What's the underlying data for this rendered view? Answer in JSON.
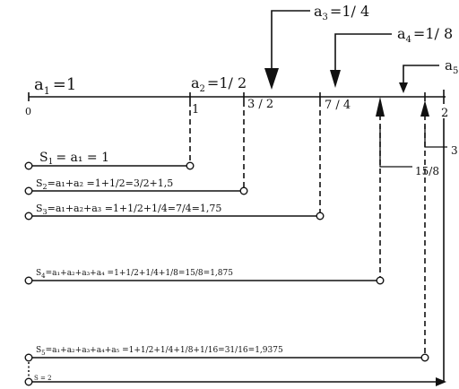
{
  "axis": {
    "zero": "0",
    "one": "1",
    "three_halves": "3 / 2",
    "seven_fourths": "7 / 4",
    "fifteen_eighths": "15/8",
    "two": "2",
    "three": "3"
  },
  "terms": {
    "a1": {
      "sym": "a",
      "sub": "1",
      "val": "=1"
    },
    "a2": {
      "sym": "a",
      "sub": "2",
      "val": "=1/ 2"
    },
    "a3": {
      "sym": "a",
      "sub": "3",
      "val": "=1/ 4"
    },
    "a4": {
      "sym": "a",
      "sub": "4",
      "val": "=1/ 8"
    },
    "a5": {
      "sym": "a",
      "sub": "5",
      "val": ""
    }
  },
  "sums": {
    "s1": {
      "sym": "S",
      "sub": "1",
      "expr": "= a₁ = 1"
    },
    "s2": {
      "sym": "S",
      "sub": "2",
      "expr": "=a₁+a₂ =1+1/2=3/2+1,5"
    },
    "s3": {
      "sym": "S",
      "sub": "3",
      "expr": "=a₁+a₂+a₃ =1+1/2+1/4=7/4=1,75"
    },
    "s4": {
      "sym": "S",
      "sub": "4",
      "expr": "=a₁+a₂+a₃+a₄ =1+1/2+1/4+1/8=15/8=1,875"
    },
    "s5": {
      "sym": "S",
      "sub": "5",
      "expr": "=a₁+a₂+a₃+a₄+a₅ =1+1/2+1/4+1/8+1/16=31/16=1,9375"
    },
    "sinf": "S = 2"
  }
}
